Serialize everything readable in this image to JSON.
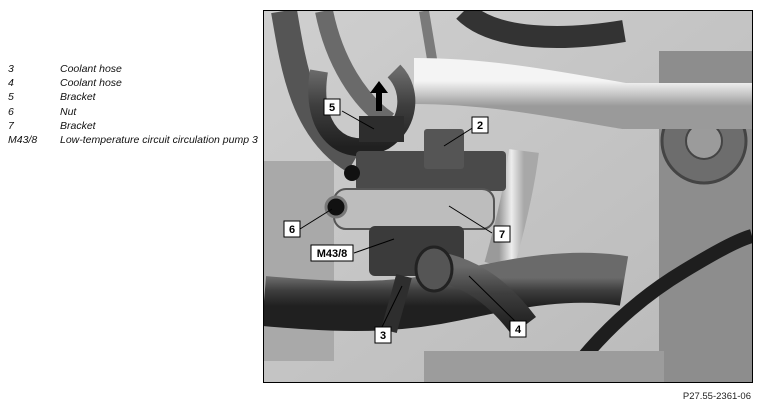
{
  "legend": [
    {
      "key": "3",
      "text": "Coolant hose"
    },
    {
      "key": "4",
      "text": "Coolant hose"
    },
    {
      "key": "5",
      "text": "Bracket"
    },
    {
      "key": "6",
      "text": "Nut"
    },
    {
      "key": "7",
      "text": "Bracket"
    },
    {
      "key": "M43/8",
      "text": "Low-temperature circuit circulation pump 3"
    }
  ],
  "callouts": {
    "c2": "2",
    "c3": "3",
    "c4": "4",
    "c5": "5",
    "c6": "6",
    "c7": "7",
    "cM438": "M43/8"
  },
  "figure_ref": "P27.55-2361-06"
}
